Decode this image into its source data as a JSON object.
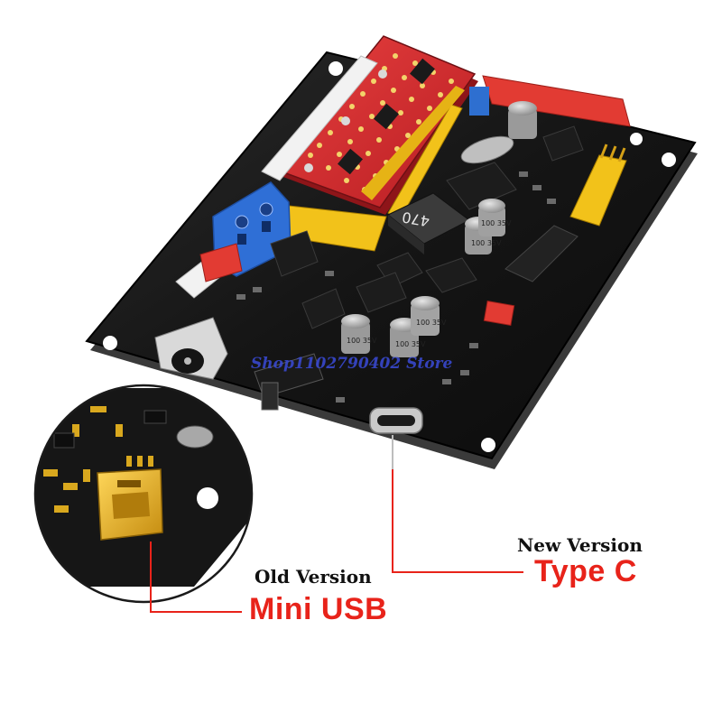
{
  "callouts": {
    "old_version": {
      "caption": "Old Version",
      "connector": "Mini USB",
      "connector_color": "#e8231a"
    },
    "new_version": {
      "caption": "New Version",
      "connector": "Type C",
      "connector_color": "#e8231a"
    }
  },
  "watermark": "Shop1102790402 Store",
  "board": {
    "inductor_marking": "470",
    "capacitor_markings": [
      "100 35V",
      "100 35V",
      "100 35V",
      "100 35V",
      "100 35V"
    ]
  },
  "colors": {
    "pcb": "#141414",
    "driver_board": "#d8282c",
    "terminal_block": "#2f6fd6",
    "header_yellow": "#f2c21a",
    "connector_red": "#e23b33",
    "gold": "#e5b21a",
    "leader_line": "#e8231a"
  }
}
